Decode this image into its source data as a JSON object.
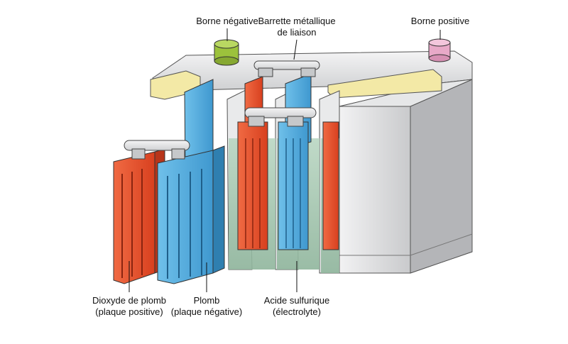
{
  "labels": {
    "borne_negative": "Borne négative",
    "barrette_line1": "Barrette métallique",
    "barrette_line2": "de liaison",
    "borne_positive": "Borne positive",
    "dioxyde_line1": "Dioxyde de plomb",
    "dioxyde_line2": "(plaque positive)",
    "plomb_line1": "Plomb",
    "plomb_line2": "(plaque négative)",
    "acide_line1": "Acide sulfurique",
    "acide_line2": "(électrolyte)"
  },
  "colors": {
    "positive_plate": "#e8502e",
    "negative_plate": "#4aa8dc",
    "electrolyte": "#a9c9b3",
    "negative_terminal": "#9cc23c",
    "positive_terminal": "#e8a9c8",
    "casing": "#d9dadc",
    "lid": "#f3e9a6",
    "connector": "#c6c8ca"
  }
}
